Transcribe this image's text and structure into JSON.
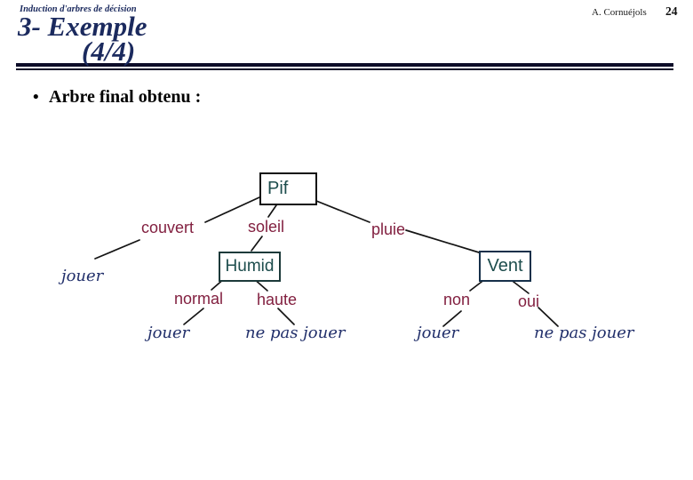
{
  "slide": {
    "header_note": "Induction d'arbres de décision",
    "author": "A. Cornuéjols",
    "page_number": "24",
    "title_line1": "3- Exemple",
    "title_line2": "(4/4)",
    "bullet_marker": "•",
    "bullet_text": "Arbre final obtenu :"
  },
  "tree": {
    "type": "decision-tree",
    "nodes": {
      "pif": {
        "label": "Pif"
      },
      "humid": {
        "label": "Humid"
      },
      "vent": {
        "label": "Vent"
      }
    },
    "branches": {
      "couvert": {
        "label": "couvert",
        "from": "Pif"
      },
      "soleil": {
        "label": "soleil",
        "from": "Pif"
      },
      "pluie": {
        "label": "pluie",
        "from": "Pif"
      },
      "normal": {
        "label": "normal",
        "from": "Humid"
      },
      "haute": {
        "label": "haute",
        "from": "Humid"
      },
      "non": {
        "label": "non",
        "from": "Vent"
      },
      "oui": {
        "label": "oui",
        "from": "Vent"
      }
    },
    "leaves": {
      "couvert_leaf": {
        "label": "jouer",
        "branch": "couvert"
      },
      "normal_leaf": {
        "label": "jouer",
        "branch": "normal"
      },
      "haute_leaf": {
        "label": "ne pas jouer",
        "branch": "haute"
      },
      "non_leaf": {
        "label": "jouer",
        "branch": "non"
      },
      "oui_leaf": {
        "label": "ne pas jouer",
        "branch": "oui"
      }
    }
  },
  "colors": {
    "title_navy": "#1b2a5e",
    "node_teal": "#1d4d4d",
    "branch_maroon": "#822040",
    "leaf_navy": "#22306b",
    "separator_dark": "#0c0c28"
  }
}
